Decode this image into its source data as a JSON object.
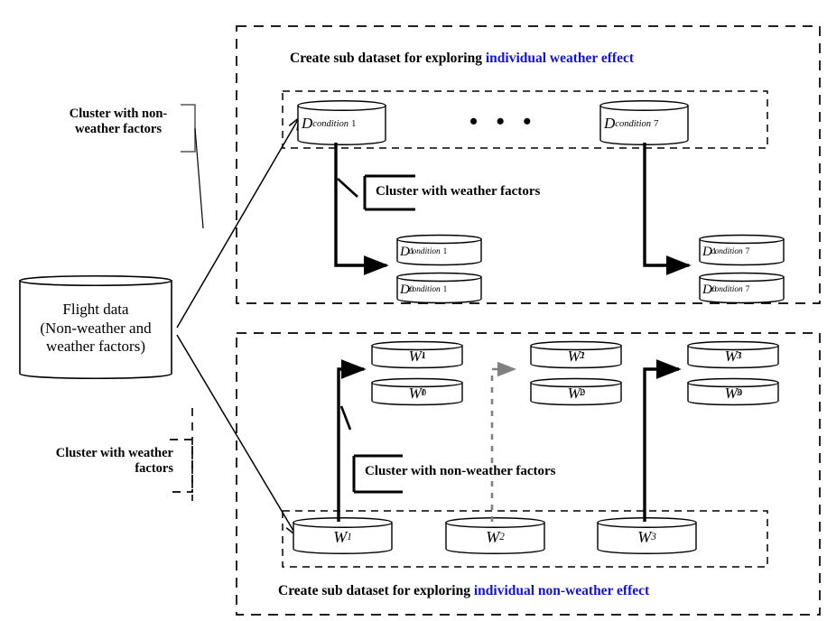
{
  "figure": {
    "source_cylinder": {
      "line1": "Flight data",
      "line2": "(Non-weather and",
      "line3": "weather factors)"
    },
    "left_labels": [
      {
        "name": "cluster-non-weather",
        "line1": "Cluster with non-",
        "line2": "weather factors"
      },
      {
        "name": "cluster-weather",
        "line1": "Cluster with weather",
        "line2": "factors"
      }
    ],
    "top_panel": {
      "title_black": "Create sub dataset for exploring ",
      "title_blue": "individual weather effect",
      "inner_label": "Cluster with weather factors",
      "ellipsis": "• • •",
      "parents": [
        {
          "base": "D",
          "sub": "condition",
          "idx": "1"
        },
        {
          "base": "D",
          "sub": "condition",
          "idx": "7"
        }
      ],
      "children": [
        {
          "base": "D",
          "sup": "1",
          "sub": "condition",
          "idx": "1"
        },
        {
          "base": "D",
          "sup": "0",
          "sub": "condition",
          "idx": "1"
        },
        {
          "base": "D",
          "sup": "1",
          "sub": "condition",
          "idx": "7"
        },
        {
          "base": "D",
          "sup": "0",
          "sub": "condition",
          "idx": "7"
        }
      ]
    },
    "bottom_panel": {
      "title_black": "Create sub dataset for exploring ",
      "title_blue": "individual non-weather effect",
      "inner_label": "Cluster with non-weather factors",
      "parents": [
        {
          "base": "W",
          "sub": "1"
        },
        {
          "base": "W",
          "sub": "2"
        },
        {
          "base": "W",
          "sub": "3"
        }
      ],
      "children": [
        {
          "base": "W",
          "sup": "1",
          "sub": "1"
        },
        {
          "base": "W",
          "sup": "0",
          "sub": "1"
        },
        {
          "base": "W",
          "sup": "1",
          "sub": "2"
        },
        {
          "base": "W",
          "sup": "0",
          "sub": "2"
        },
        {
          "base": "W",
          "sup": "1",
          "sub": "3"
        },
        {
          "base": "W",
          "sup": "0",
          "sub": "3"
        }
      ]
    },
    "colors": {
      "accent_blue": "#1313d8",
      "stroke_black": "#000000",
      "stroke_gray": "#808080"
    }
  }
}
